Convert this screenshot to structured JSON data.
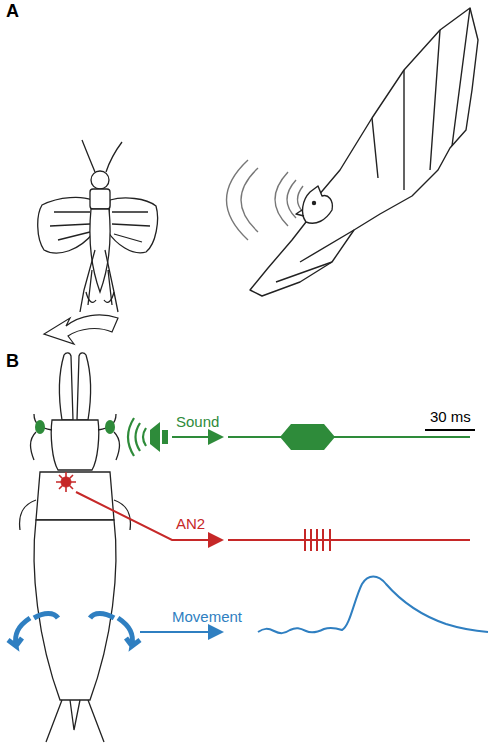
{
  "diagram": {
    "labels": [
      "A",
      "B",
      "Sound",
      "AN2",
      "Movement",
      "30 ms"
    ]
  }
}
